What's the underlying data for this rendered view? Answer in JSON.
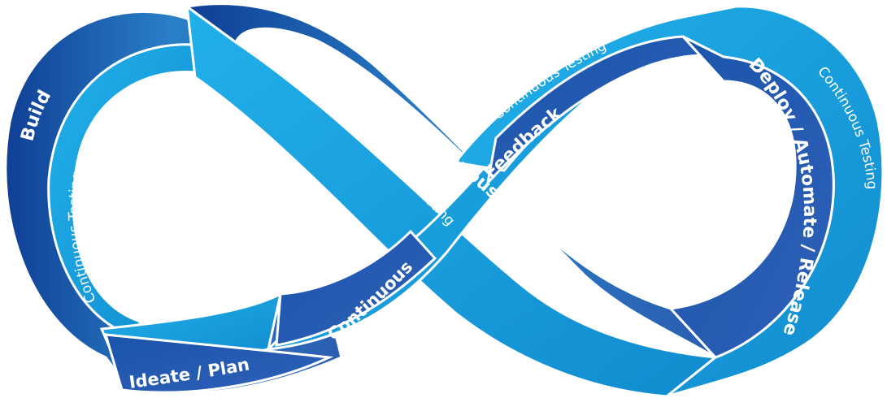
{
  "diagram": {
    "stages": {
      "build": "Build",
      "ideate_plan": "Ideate / Plan",
      "continuous": "Continuous",
      "continuous_integration": "Continuous Integration",
      "feedback": "Feedback",
      "deploy": "Deploy / Automate / Release"
    },
    "testing_labels": {
      "left_inner": "Continuous Testing",
      "center": "Continuous Testing",
      "top_right": "Continuous Testing",
      "right_outer": "Continuous Testing"
    },
    "colors": {
      "dark_blue": "#1548a0",
      "mid_blue": "#1f6fc0",
      "light_blue": "#1aa3e0",
      "outline": "#ffffff"
    }
  }
}
